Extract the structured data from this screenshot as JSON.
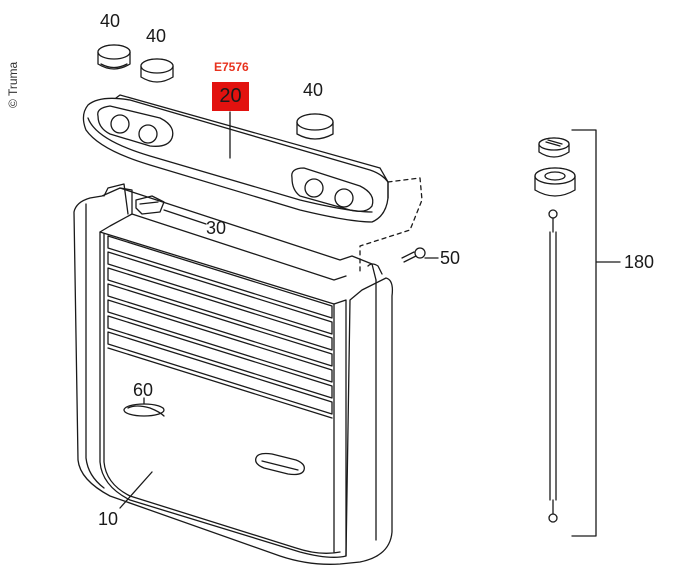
{
  "copyright": "© Truma",
  "product_code": "E7576",
  "highlighted_part": "20",
  "callouts": {
    "cap_a": "40",
    "cap_b": "40",
    "cap_c": "40",
    "panel": "30",
    "screw": "50",
    "logo": "60",
    "casing": "10",
    "cable": "180"
  },
  "colors": {
    "highlight": "#e2120f",
    "code_text": "#e8321e",
    "line": "#1a1a1a"
  }
}
